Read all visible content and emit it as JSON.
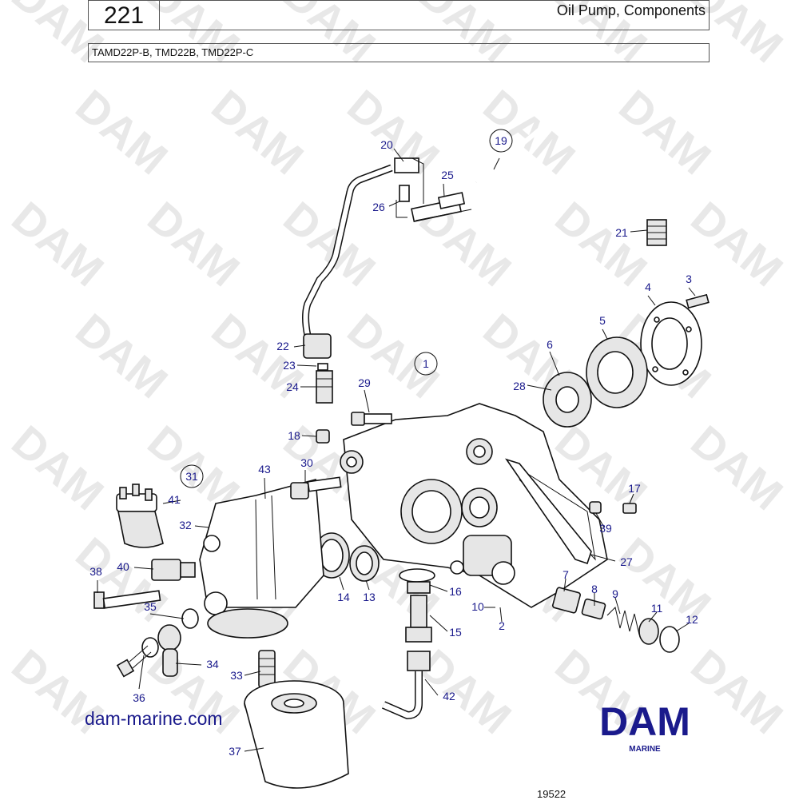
{
  "header": {
    "page_number": "221",
    "title": "Oil Pump, Components",
    "models": "TAMD22P-B, TMD22B, TMD22P-C"
  },
  "watermark": "DAM",
  "callouts": [
    "1",
    "2",
    "3",
    "4",
    "5",
    "6",
    "7",
    "8",
    "9",
    "10",
    "11",
    "12",
    "13",
    "14",
    "15",
    "16",
    "17",
    "18",
    "19",
    "20",
    "21",
    "22",
    "23",
    "24",
    "25",
    "26",
    "27",
    "28",
    "29",
    "30",
    "31",
    "32",
    "33",
    "34",
    "35",
    "36",
    "37",
    "38",
    "39",
    "40",
    "41",
    "42",
    "43"
  ],
  "footer": {
    "website": "dam-marine.com",
    "logo_text": "DAM",
    "logo_subtext": "MARINE",
    "drawing_number": "19522"
  },
  "colors": {
    "callout": "#1a1a8c",
    "logo": "#1a1a8c",
    "watermark": "#e8e8e8"
  }
}
